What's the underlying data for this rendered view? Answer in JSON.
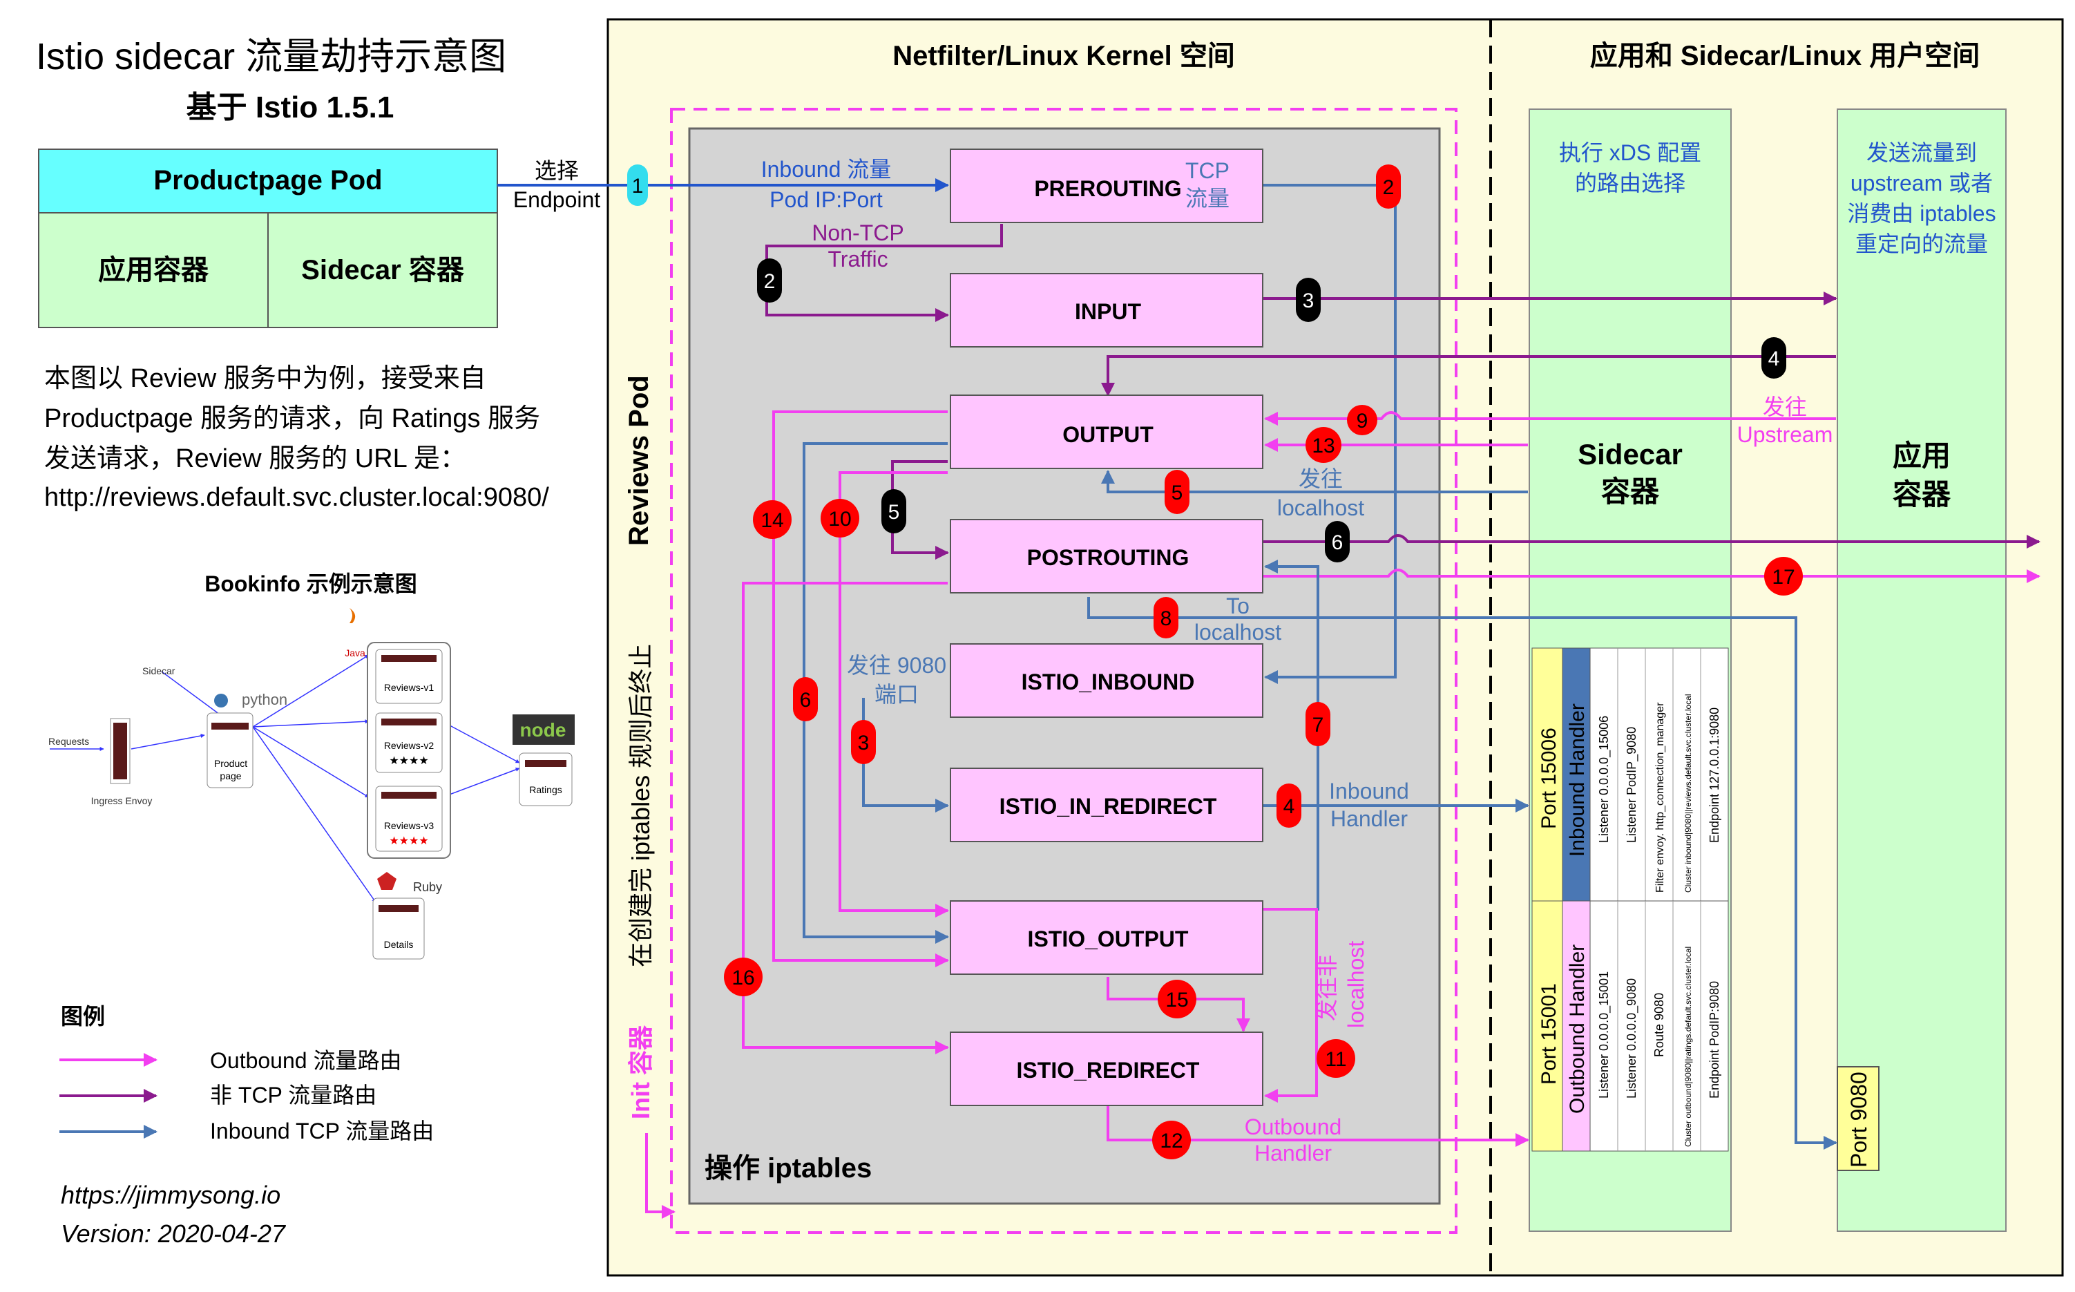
{
  "title": "Istio sidecar 流量劫持示意图",
  "subtitle": "基于 Istio 1.5.1",
  "pod": {
    "title": "Productpage Pod",
    "app": "应用容器",
    "sidecar": "Sidecar 容器"
  },
  "select_endpoint": [
    "选择",
    "Endpoint"
  ],
  "description": [
    "本图以 Review 服务中为例，接受来自",
    "Productpage 服务的请求，向 Ratings 服务",
    "发送请求，Review 服务的 URL 是：",
    "http://reviews.default.svc.cluster.local:9080/"
  ],
  "bookinfo": {
    "title": "Bookinfo 示例示意图",
    "sidecar": "Sidecar",
    "python": "python",
    "java": "Java",
    "requests": "Requests",
    "ingress": "Ingress Envoy",
    "productpage": [
      "Product",
      "page"
    ],
    "reviews": [
      "Reviews-v1",
      "Reviews-v2",
      "Reviews-v3"
    ],
    "stars": [
      "★★★★",
      "★★★★"
    ],
    "node": "node",
    "ratings": "Ratings",
    "ruby": "Ruby",
    "details": "Details"
  },
  "legend": {
    "title": "图例",
    "items": [
      "Outbound 流量路由",
      "非 TCP 流量路由",
      "Inbound TCP 流量路由"
    ]
  },
  "footer": {
    "url": "https://jimmysong.io",
    "version": "Version: 2020-04-27"
  },
  "kernel_title": "Netfilter/Linux Kernel 空间",
  "user_title": "应用和 Sidecar/Linux 用户空间",
  "reviews_pod": "Reviews Pod",
  "init_note": "在创建完 iptables 规则后终止",
  "init_container": "Init 容器",
  "iptables_label": "操作 iptables",
  "chains": [
    "PREROUTING",
    "INPUT",
    "OUTPUT",
    "POSTROUTING",
    "ISTIO_INBOUND",
    "ISTIO_IN_REDIRECT",
    "ISTIO_OUTPUT",
    "ISTIO_REDIRECT"
  ],
  "edge_labels": {
    "inbound": [
      "Inbound 流量",
      "Pod IP:Port"
    ],
    "tcp": [
      "TCP",
      "流量"
    ],
    "nontcp": [
      "Non-TCP",
      "Traffic"
    ],
    "send_localhost": [
      "发往",
      "localhost"
    ],
    "to_localhost": [
      "To",
      "localhost"
    ],
    "send_9080": [
      "发往 9080",
      "端口"
    ],
    "inbound_handler": [
      "Inbound",
      "Handler"
    ],
    "outbound_handler": [
      "Outbound",
      "Handler"
    ],
    "nonlocal": [
      "发往非",
      "localhost"
    ],
    "upstream": [
      "发往",
      "Upstream"
    ]
  },
  "sidecar_box": {
    "top": [
      "执行 xDS 配置",
      "的路由选择"
    ],
    "label": [
      "Sidecar",
      "容器"
    ]
  },
  "app_box": {
    "top": [
      "发送流量到",
      "upstream 或者",
      "消费由 iptables",
      "重定向的流量"
    ],
    "label": [
      "应用",
      "容器"
    ],
    "port": "Port 9080"
  },
  "envoy_inbound": {
    "port": "Port 15006",
    "handler": "Inbound Handler",
    "cols": [
      "Listener 0.0.0.0_15006",
      "Listener PodIP_9080",
      "Filter envoy. http_connection_manager",
      "Cluster inbound|9080||reviews.default.svc.cluster.local",
      "Endpoint 127.0.0.1:9080"
    ]
  },
  "envoy_outbound": {
    "port": "Port 15001",
    "handler": "Outbound Handler",
    "cols": [
      "Listener 0.0.0.0_15001",
      "Listener 0.0.0.0_9080",
      "Route 9080",
      "Cluster outbound|9080||ratings.default.svc.cluster.local",
      "Endpoint PodIP:9080"
    ]
  },
  "steps": {
    "s1": "1",
    "s2a": "2",
    "s2b": "2",
    "s3a": "3",
    "s3b": "3",
    "s4a": "4",
    "s4b": "4",
    "s5": "5",
    "s5b": "5",
    "s6": "6",
    "s6b": "6",
    "s7": "7",
    "s8": "8",
    "s9": "9",
    "s10": "10",
    "s11": "11",
    "s12": "12",
    "s13": "13",
    "s14": "14",
    "s15": "15",
    "s16": "16",
    "s17": "17"
  },
  "colors": {
    "pink": "#f23ff0",
    "purple": "#8b1a8e",
    "blue": "#4a77b4",
    "chain": "#ffc5ff",
    "cream": "#fdfbdf",
    "grey": "#d4d4d4",
    "green": "#ccffcc",
    "cyan": "#66ffff",
    "red": "#ff0000",
    "yellow": "#ffff99"
  }
}
